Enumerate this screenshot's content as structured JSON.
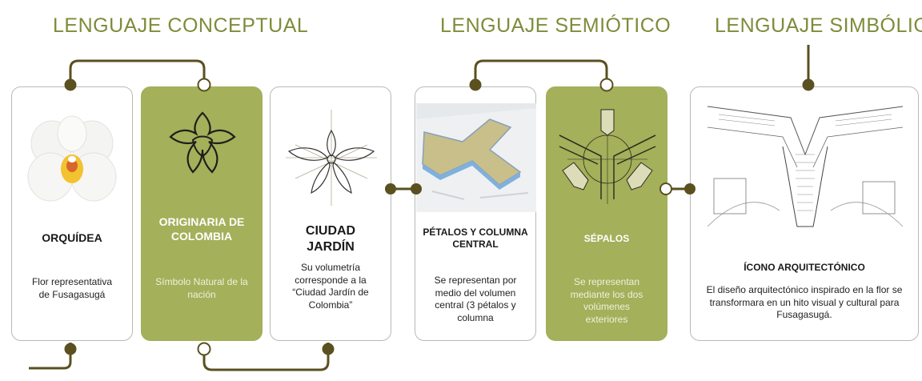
{
  "headings": {
    "conceptual": "LENGUAJE CONCEPTUAL",
    "semiotico": "LENGUAJE SEMIÓTICO",
    "simbolico": "LENGUAJE SIMBÓLICO"
  },
  "cards": [
    {
      "title": "ORQUÍDEA",
      "desc": "Flor representativa de Fusagasugá"
    },
    {
      "title": "ORIGINARIA DE COLOMBIA",
      "desc": "Símbolo Natural de la nación"
    },
    {
      "title": "CIUDAD JARDÍN",
      "desc": "Su volumetría corresponde a la “Ciudad Jardín de Colombia”"
    },
    {
      "title": "PÉTALOS Y COLUMNA CENTRAL",
      "desc": "Se representan por medio del volumen central (3 pétalos y columna"
    },
    {
      "title": "SÉPALOS",
      "desc": "Se representan mediante los dos volúmenes exteriores"
    },
    {
      "title": "ÍCONO ARQUITECTÓNICO",
      "desc": "El diseño arquitectónico inspirado en la flor se transformara en un hito visual y cultural para Fusagasugá."
    }
  ],
  "colors": {
    "accent_green": "#a4b05a",
    "heading_green": "#7d8c3a",
    "dark_olive": "#5a5020"
  }
}
